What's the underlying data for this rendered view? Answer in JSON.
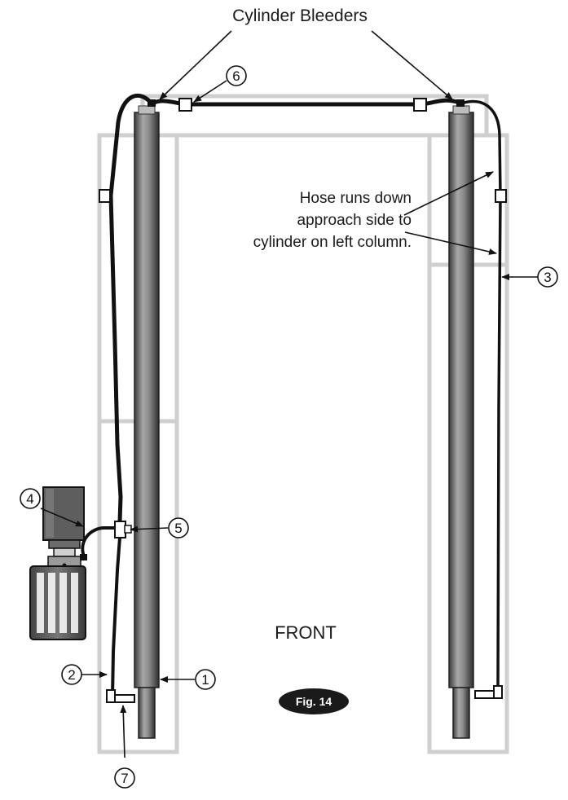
{
  "title": "Cylinder Bleeders",
  "hose_note": [
    "Hose runs down",
    "approach side to",
    "cylinder on left column."
  ],
  "front_label": "FRONT",
  "figure_label": "Fig. 14",
  "callouts": [
    "1",
    "2",
    "3",
    "4",
    "5",
    "6",
    "7"
  ],
  "colors": {
    "column_frame": "#cfcfcf",
    "cylinder_body": "#7a7a7a",
    "hose": "#111111",
    "badge": "#1a1a1a"
  },
  "icons": {
    "pump": "hydraulic-power-unit-icon",
    "tee": "tee-fitting-icon",
    "elbow": "elbow-fitting-icon"
  }
}
